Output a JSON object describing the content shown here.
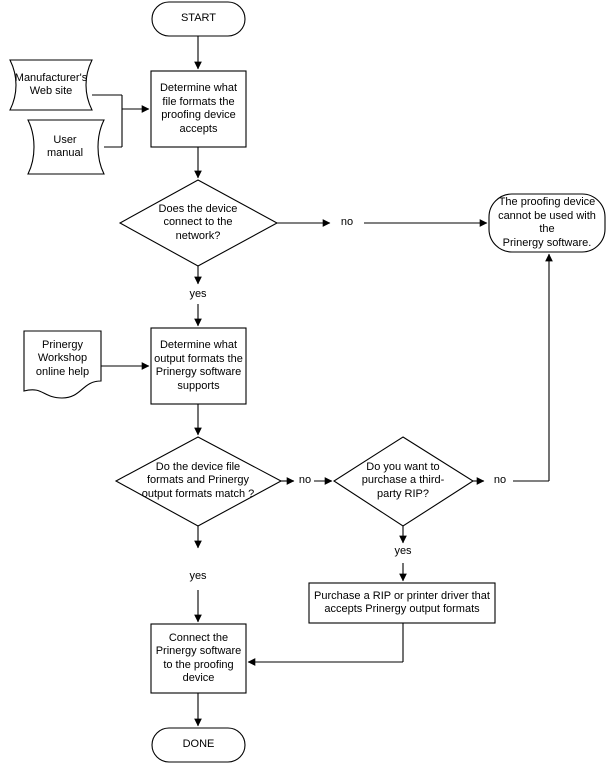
{
  "diagram": {
    "title": "Proofing device connection decision flowchart",
    "colors": {
      "stroke": "#000000",
      "fill": "#ffffff",
      "text": "#000000"
    },
    "nodes": {
      "start": {
        "label": "START",
        "shape": "terminator"
      },
      "manufacturer_web_site": {
        "label": "Manufacturer's\nWeb site",
        "shape": "manual-document"
      },
      "user_manual": {
        "label": "User\nmanual",
        "shape": "manual-document"
      },
      "determine_file_formats": {
        "label": "Determine what\nfile formats the\nproofing device\naccepts",
        "shape": "process"
      },
      "device_connect_decision": {
        "label": "Does the device\nconnect to the\nnetwork?",
        "shape": "decision"
      },
      "cannot_be_used": {
        "label": "The proofing device\ncannot be used with the\nPrinergy software.",
        "shape": "terminator"
      },
      "prinergy_workshop_help": {
        "label": "Prinergy\nWorkshop\nonline help",
        "shape": "document"
      },
      "determine_output_formats": {
        "label": "Determine what\noutput formats the\nPrinergy software\nsupports",
        "shape": "process"
      },
      "formats_match_decision": {
        "label": "Do the device file\nformats and Prinergy\noutput formats match ?",
        "shape": "decision"
      },
      "third_party_rip_decision": {
        "label": "Do you want to\npurchase a third-\nparty RIP?",
        "shape": "decision"
      },
      "purchase_rip": {
        "label": "Purchase a RIP or printer driver that\naccepts Prinergy output formats",
        "shape": "process"
      },
      "connect_software": {
        "label": "Connect the\nPrinergy software\nto the proofing\ndevice",
        "shape": "process"
      },
      "done": {
        "label": "DONE",
        "shape": "terminator"
      }
    },
    "edge_labels": {
      "connect_no": "no",
      "connect_yes": "yes",
      "match_no": "no",
      "match_yes": "yes",
      "rip_no": "no",
      "rip_yes": "yes"
    }
  }
}
